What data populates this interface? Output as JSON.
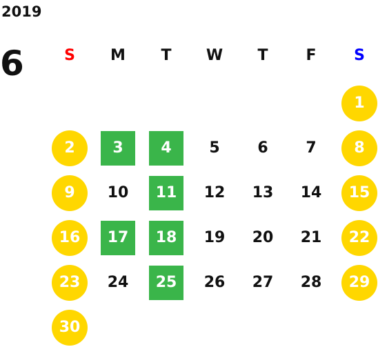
{
  "calendar": {
    "year": "2019",
    "month": "6",
    "weekdays": [
      {
        "label": "S",
        "color": "#ff0000"
      },
      {
        "label": "M",
        "color": "#111111"
      },
      {
        "label": "T",
        "color": "#111111"
      },
      {
        "label": "W",
        "color": "#111111"
      },
      {
        "label": "T",
        "color": "#111111"
      },
      {
        "label": "F",
        "color": "#111111"
      },
      {
        "label": "S",
        "color": "#0000ff"
      }
    ],
    "colors": {
      "holiday": "#ffd700",
      "highlight": "#3ab54a",
      "text": "#111111"
    },
    "weeks": [
      [
        null,
        null,
        null,
        null,
        null,
        null,
        {
          "day": "1",
          "kind": "holiday"
        }
      ],
      [
        {
          "day": "2",
          "kind": "holiday"
        },
        {
          "day": "3",
          "kind": "highlight"
        },
        {
          "day": "4",
          "kind": "highlight"
        },
        {
          "day": "5",
          "kind": "normal"
        },
        {
          "day": "6",
          "kind": "normal"
        },
        {
          "day": "7",
          "kind": "normal"
        },
        {
          "day": "8",
          "kind": "holiday"
        }
      ],
      [
        {
          "day": "9",
          "kind": "holiday"
        },
        {
          "day": "10",
          "kind": "normal"
        },
        {
          "day": "11",
          "kind": "highlight"
        },
        {
          "day": "12",
          "kind": "normal"
        },
        {
          "day": "13",
          "kind": "normal"
        },
        {
          "day": "14",
          "kind": "normal"
        },
        {
          "day": "15",
          "kind": "holiday"
        }
      ],
      [
        {
          "day": "16",
          "kind": "holiday"
        },
        {
          "day": "17",
          "kind": "highlight"
        },
        {
          "day": "18",
          "kind": "highlight"
        },
        {
          "day": "19",
          "kind": "normal"
        },
        {
          "day": "20",
          "kind": "normal"
        },
        {
          "day": "21",
          "kind": "normal"
        },
        {
          "day": "22",
          "kind": "holiday"
        }
      ],
      [
        {
          "day": "23",
          "kind": "holiday"
        },
        {
          "day": "24",
          "kind": "normal"
        },
        {
          "day": "25",
          "kind": "highlight"
        },
        {
          "day": "26",
          "kind": "normal"
        },
        {
          "day": "27",
          "kind": "normal"
        },
        {
          "day": "28",
          "kind": "normal"
        },
        {
          "day": "29",
          "kind": "holiday"
        }
      ],
      [
        {
          "day": "30",
          "kind": "holiday"
        },
        null,
        null,
        null,
        null,
        null,
        null
      ]
    ]
  }
}
